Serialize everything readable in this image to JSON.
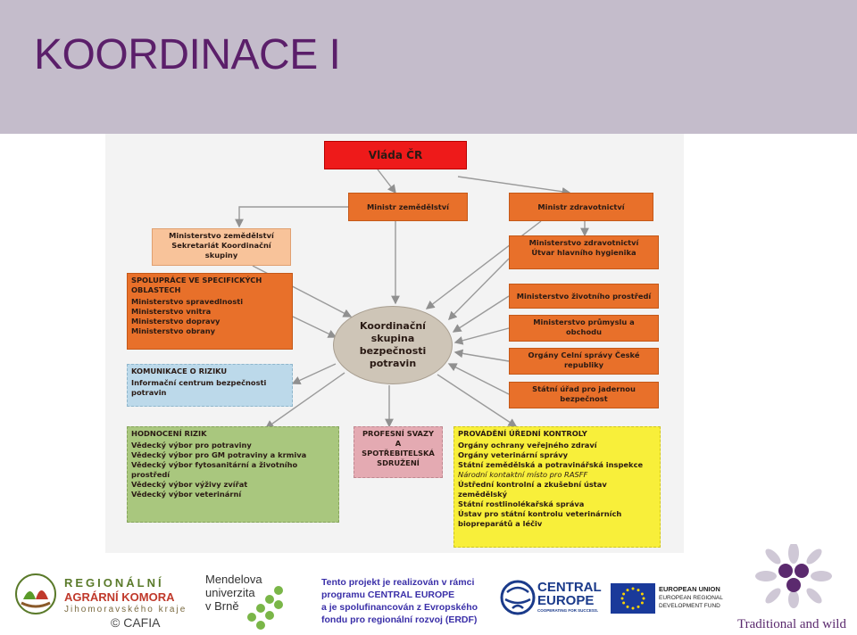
{
  "slide": {
    "title": "KOORDINACE I"
  },
  "diagram": {
    "vlada": "Vláda ČR",
    "minister_zem": "Ministr zemědělství",
    "minister_zdr": "Ministr zdravotnictví",
    "mz_zem": [
      "Ministerstvo zemědělství",
      "Sekretariát Koordinační",
      "skupiny"
    ],
    "spoluprace": {
      "heading": [
        "SPOLUPRÁCE VE SPECIFICKÝCH",
        "OBLASTECH"
      ],
      "items": [
        "Ministerstvo spravedlnosti",
        "Ministerstvo vnitra",
        "Ministerstvo dopravy",
        "Ministerstvo obrany"
      ]
    },
    "komunikace": {
      "heading": "KOMUNIKACE O RIZIKU",
      "items": [
        "Informační centrum bezpečnosti",
        "potravin"
      ]
    },
    "center": [
      "Koordinační",
      "skupina",
      "bezpečnosti",
      "potravin"
    ],
    "mz_zdr": [
      "Ministerstvo zdravotnictví",
      "Útvar hlavního hygienika"
    ],
    "right_boxes": [
      [
        "Ministerstvo životního prostředí"
      ],
      [
        "Ministerstvo průmyslu a",
        "obchodu"
      ],
      [
        "Orgány Celní správy České",
        "republiky"
      ],
      [
        "Státní úřad pro jadernou",
        "bezpečnost"
      ]
    ],
    "hodnoceni": {
      "heading": "HODNOCENÍ RIZIK",
      "items": [
        "Vědecký výbor pro potraviny",
        "Vědecký výbor pro GM potraviny a krmiva",
        "Vědecký výbor fytosanitární a životního",
        "prostředí",
        "Vědecký výbor výživy zvířat",
        "Vědecký výbor veterinární"
      ]
    },
    "profesni": [
      "PROFESNÍ SVAZY",
      "A",
      "SPOTŘEBITELSKÁ",
      "SDRUŽENÍ"
    ],
    "provadeni": {
      "heading": "PROVÁDĚNÍ ÚŘEDNÍ KONTROLY",
      "items": [
        "Orgány ochrany veřejného zdraví",
        "Orgány veterinární správy",
        "Státní zemědělská a potravinářská inspekce",
        "Národní kontaktní místo pro RASFF",
        "Ústřední kontrolní a zkušební ústav",
        "zemědělský",
        "Státní rostlinolékařská správa",
        "Ústav pro státní kontrolu veterinárních",
        "biopreparátů a léčiv"
      ]
    }
  },
  "footer": {
    "regionalni": {
      "line1": "REGIONÁLNÍ",
      "line2": "AGRÁRNÍ KOMORA",
      "line3": "Jihomoravského kraje"
    },
    "copyright": "© CAFIA",
    "mendelu": [
      "Mendelova",
      "univerzita",
      "v Brně"
    ],
    "project_text": [
      "Tento projekt je realizován v rámci",
      "programu CENTRAL EUROPE",
      "a je spolufinancován z Evropského",
      "fondu pro regionální rozvoj (ERDF)"
    ],
    "central_europe": {
      "line1": "CENTRAL",
      "line2": "EUROPE",
      "tagline": "COOPERATING FOR SUCCESS."
    },
    "eu": [
      "EUROPEAN UNION",
      "EUROPEAN REGIONAL",
      "DEVELOPMENT FUND"
    ],
    "tw": "Traditional and wild",
    "colors": {
      "title": "#5b1f6a",
      "header_bg": "#c4bccb",
      "orange": "#e8702a",
      "red": "#ee1a1a",
      "yellow": "#f8ef3a",
      "green": "#a9c77e",
      "blue": "#bcd9ea",
      "pink": "#e4aab2",
      "tw_purple": "#5b2a6e"
    }
  }
}
